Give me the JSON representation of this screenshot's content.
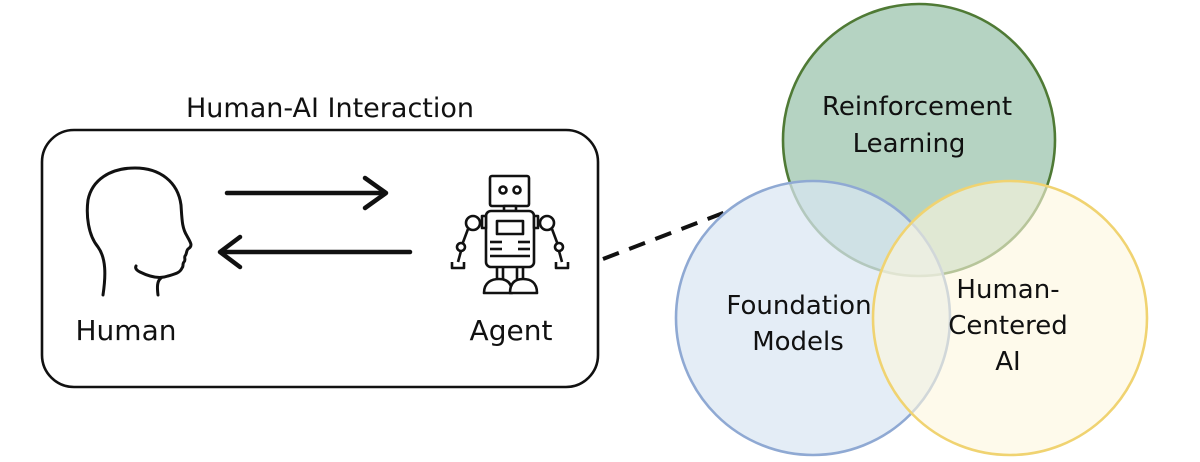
{
  "interaction": {
    "title": "Human-AI Interaction",
    "human_label": "Human",
    "agent_label": "Agent",
    "icons": {
      "human": "human-head-icon",
      "agent": "robot-icon"
    }
  },
  "venn": {
    "sets": [
      {
        "id": "rl",
        "lines": [
          "Reinforcement",
          "Learning"
        ],
        "fill": "#b5d3c2",
        "stroke": "#4f7a35"
      },
      {
        "id": "fm",
        "lines": [
          "Foundation",
          "Models"
        ],
        "fill": "#dae6f3",
        "stroke": "#8fa9d3"
      },
      {
        "id": "hcai",
        "lines": [
          "Human-",
          "Centered",
          "AI"
        ],
        "fill": "#fdf6de",
        "stroke": "#f0d371"
      }
    ]
  },
  "colors": {
    "ink": "#111111",
    "box_stroke": "#111111"
  }
}
